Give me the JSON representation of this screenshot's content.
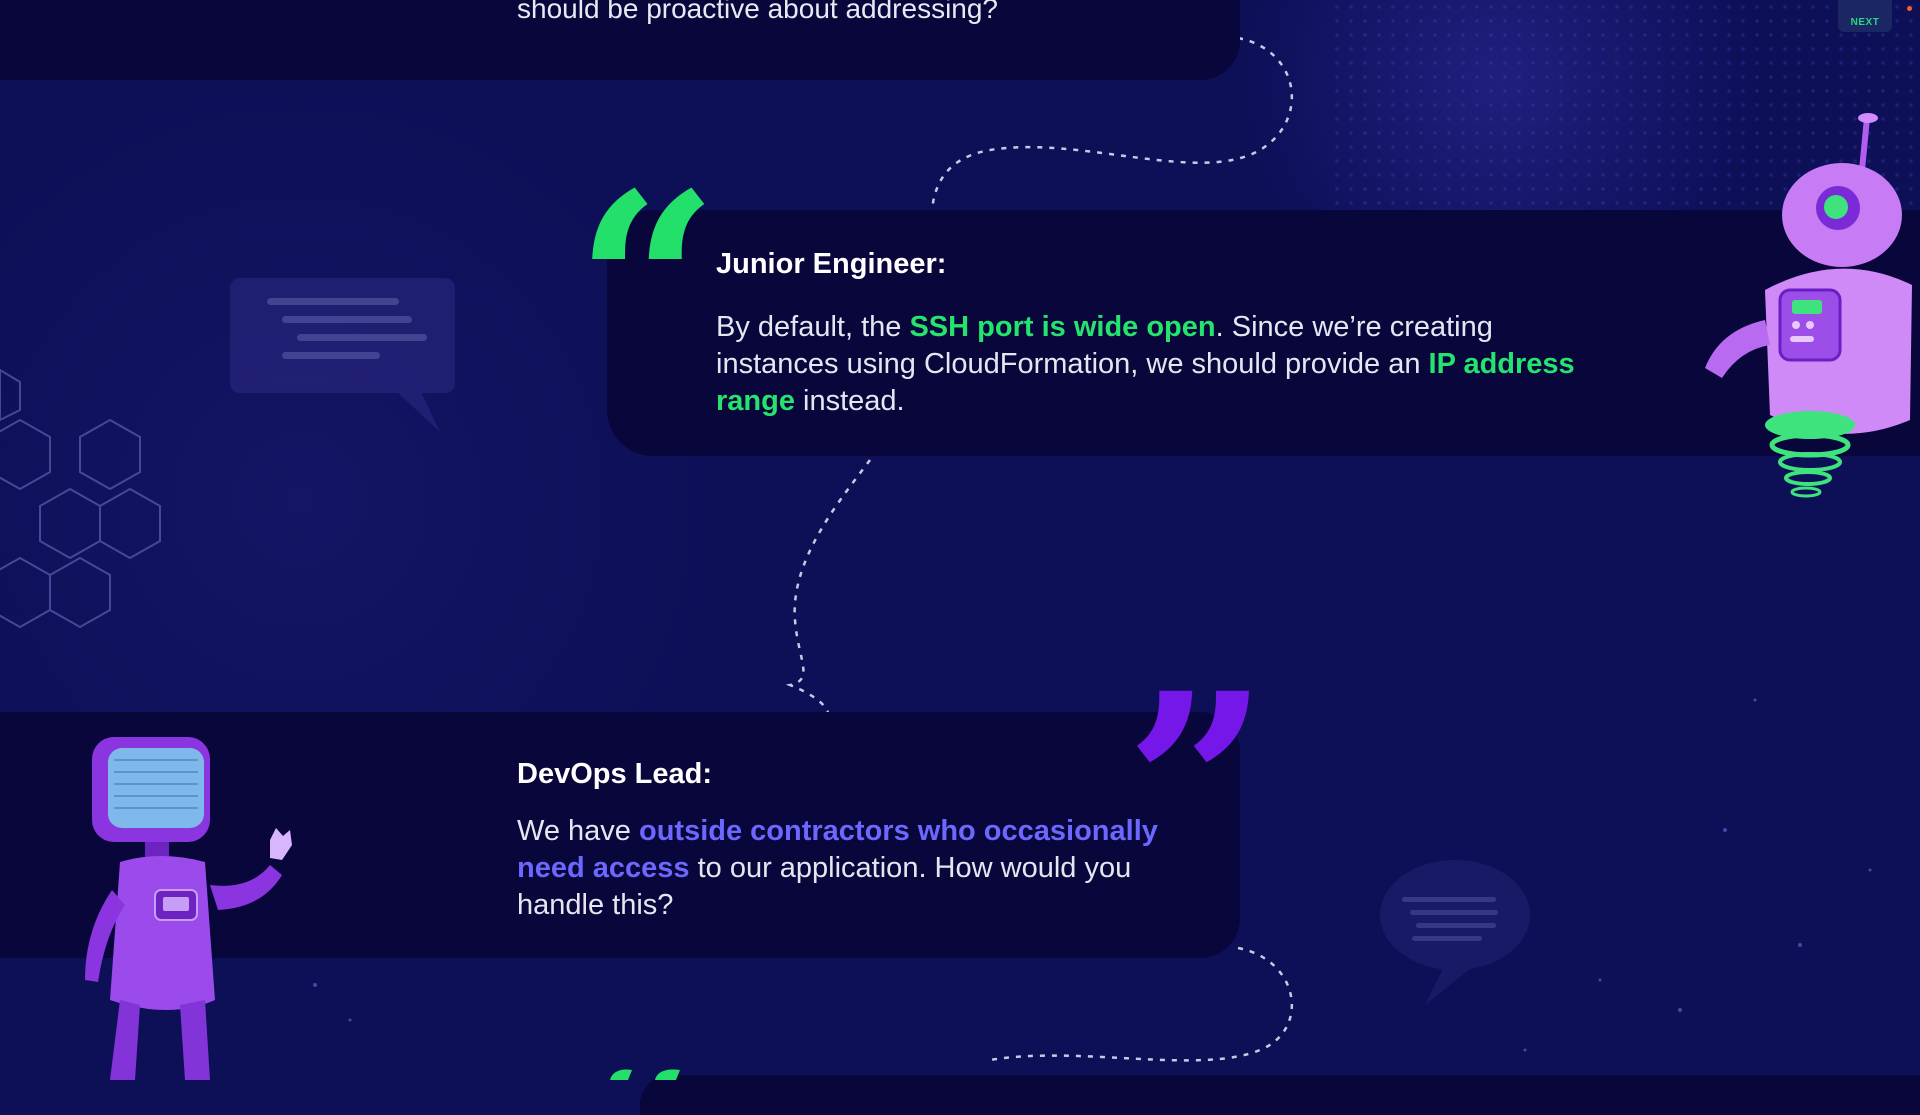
{
  "nav": {
    "next_label": "NEXT"
  },
  "previous_card": {
    "question_tail": "should be proactive about addressing?"
  },
  "dialogue": [
    {
      "speaker": "Junior Engineer:",
      "segments": [
        {
          "text": "By default, the ",
          "highlight": "none"
        },
        {
          "text": "SSH port is wide open",
          "highlight": "green"
        },
        {
          "text": ". Since we’re creating instances using CloudFormation, we should provide an ",
          "highlight": "none"
        },
        {
          "text": "IP address range",
          "highlight": "green"
        },
        {
          "text": " instead.",
          "highlight": "none"
        }
      ]
    },
    {
      "speaker": "DevOps Lead:",
      "segments": [
        {
          "text": "We have ",
          "highlight": "none"
        },
        {
          "text": "outside contractors who occasionally need access",
          "highlight": "blue"
        },
        {
          "text": " to our application. How would you handle this?",
          "highlight": "none"
        }
      ]
    }
  ],
  "icons": {
    "open_quote": "left-double-quote-icon",
    "close_quote": "right-double-quote-icon",
    "robot_right": "hovering-robot-illustration",
    "robot_left": "monitor-head-robot-illustration",
    "chat_bubble": "chat-bubble-icon",
    "hexagons": "hexagon-grid-decoration"
  },
  "colors": {
    "background": "#0d0f57",
    "card": "#08063a",
    "green_highlight": "#25e46d",
    "blue_highlight": "#6b67ff",
    "purple_accent": "#7417e8"
  }
}
